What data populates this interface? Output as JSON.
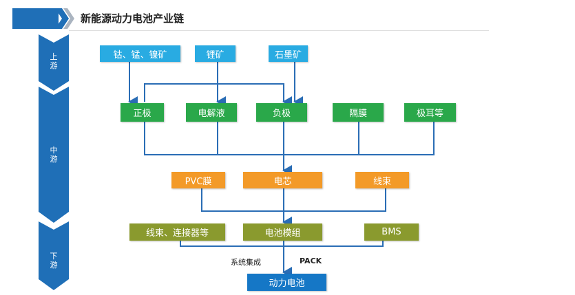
{
  "title": "新能源动力电池产业链",
  "stages": [
    "上游",
    "中游",
    "下游"
  ],
  "upstream": [
    "钴、锰、镍矿",
    "锂矿",
    "石墨矿"
  ],
  "midstream_materials": [
    "正极",
    "电解液",
    "负极",
    "隔膜",
    "极耳等"
  ],
  "cell_level": [
    "PVC膜",
    "电芯",
    "线束"
  ],
  "module_level": [
    "线束、连接器等",
    "电池模组",
    "BMS"
  ],
  "edge_labels": {
    "left": "系统集成",
    "right": "PACK"
  },
  "final": "动力电池",
  "colors": {
    "upstream": "#29abe2",
    "materials": "#2aa84a",
    "cell": "#f39a28",
    "module": "#8a9a2e",
    "final": "#1577c6",
    "arrow": "#2a6db5"
  }
}
